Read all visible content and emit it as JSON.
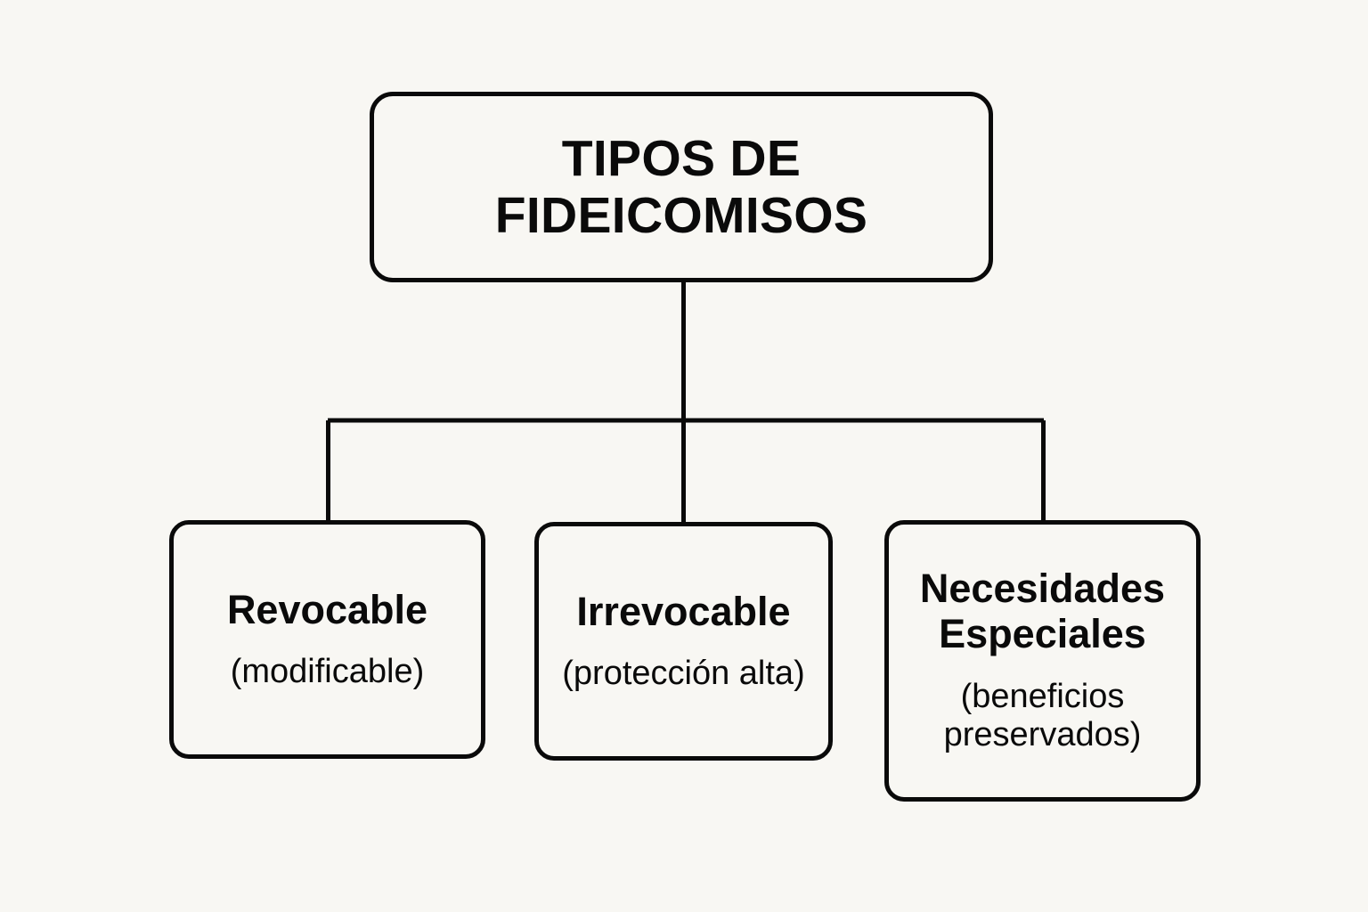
{
  "diagram": {
    "type": "hierarchy-tree",
    "language": "es",
    "background_color": "#F8F7F3",
    "line_color": "#0A0A0A",
    "text_color": "#0A0A0A",
    "root": {
      "title": "TIPOS DE\nFIDEICOMISOS"
    },
    "children": [
      {
        "title": "Revocable",
        "subtitle": "(modificable)"
      },
      {
        "title": "Irrevocable",
        "subtitle": "(protección alta)"
      },
      {
        "title": "Necesidades\nEspeciales",
        "subtitle": "(beneficios\npreservados)"
      }
    ]
  }
}
